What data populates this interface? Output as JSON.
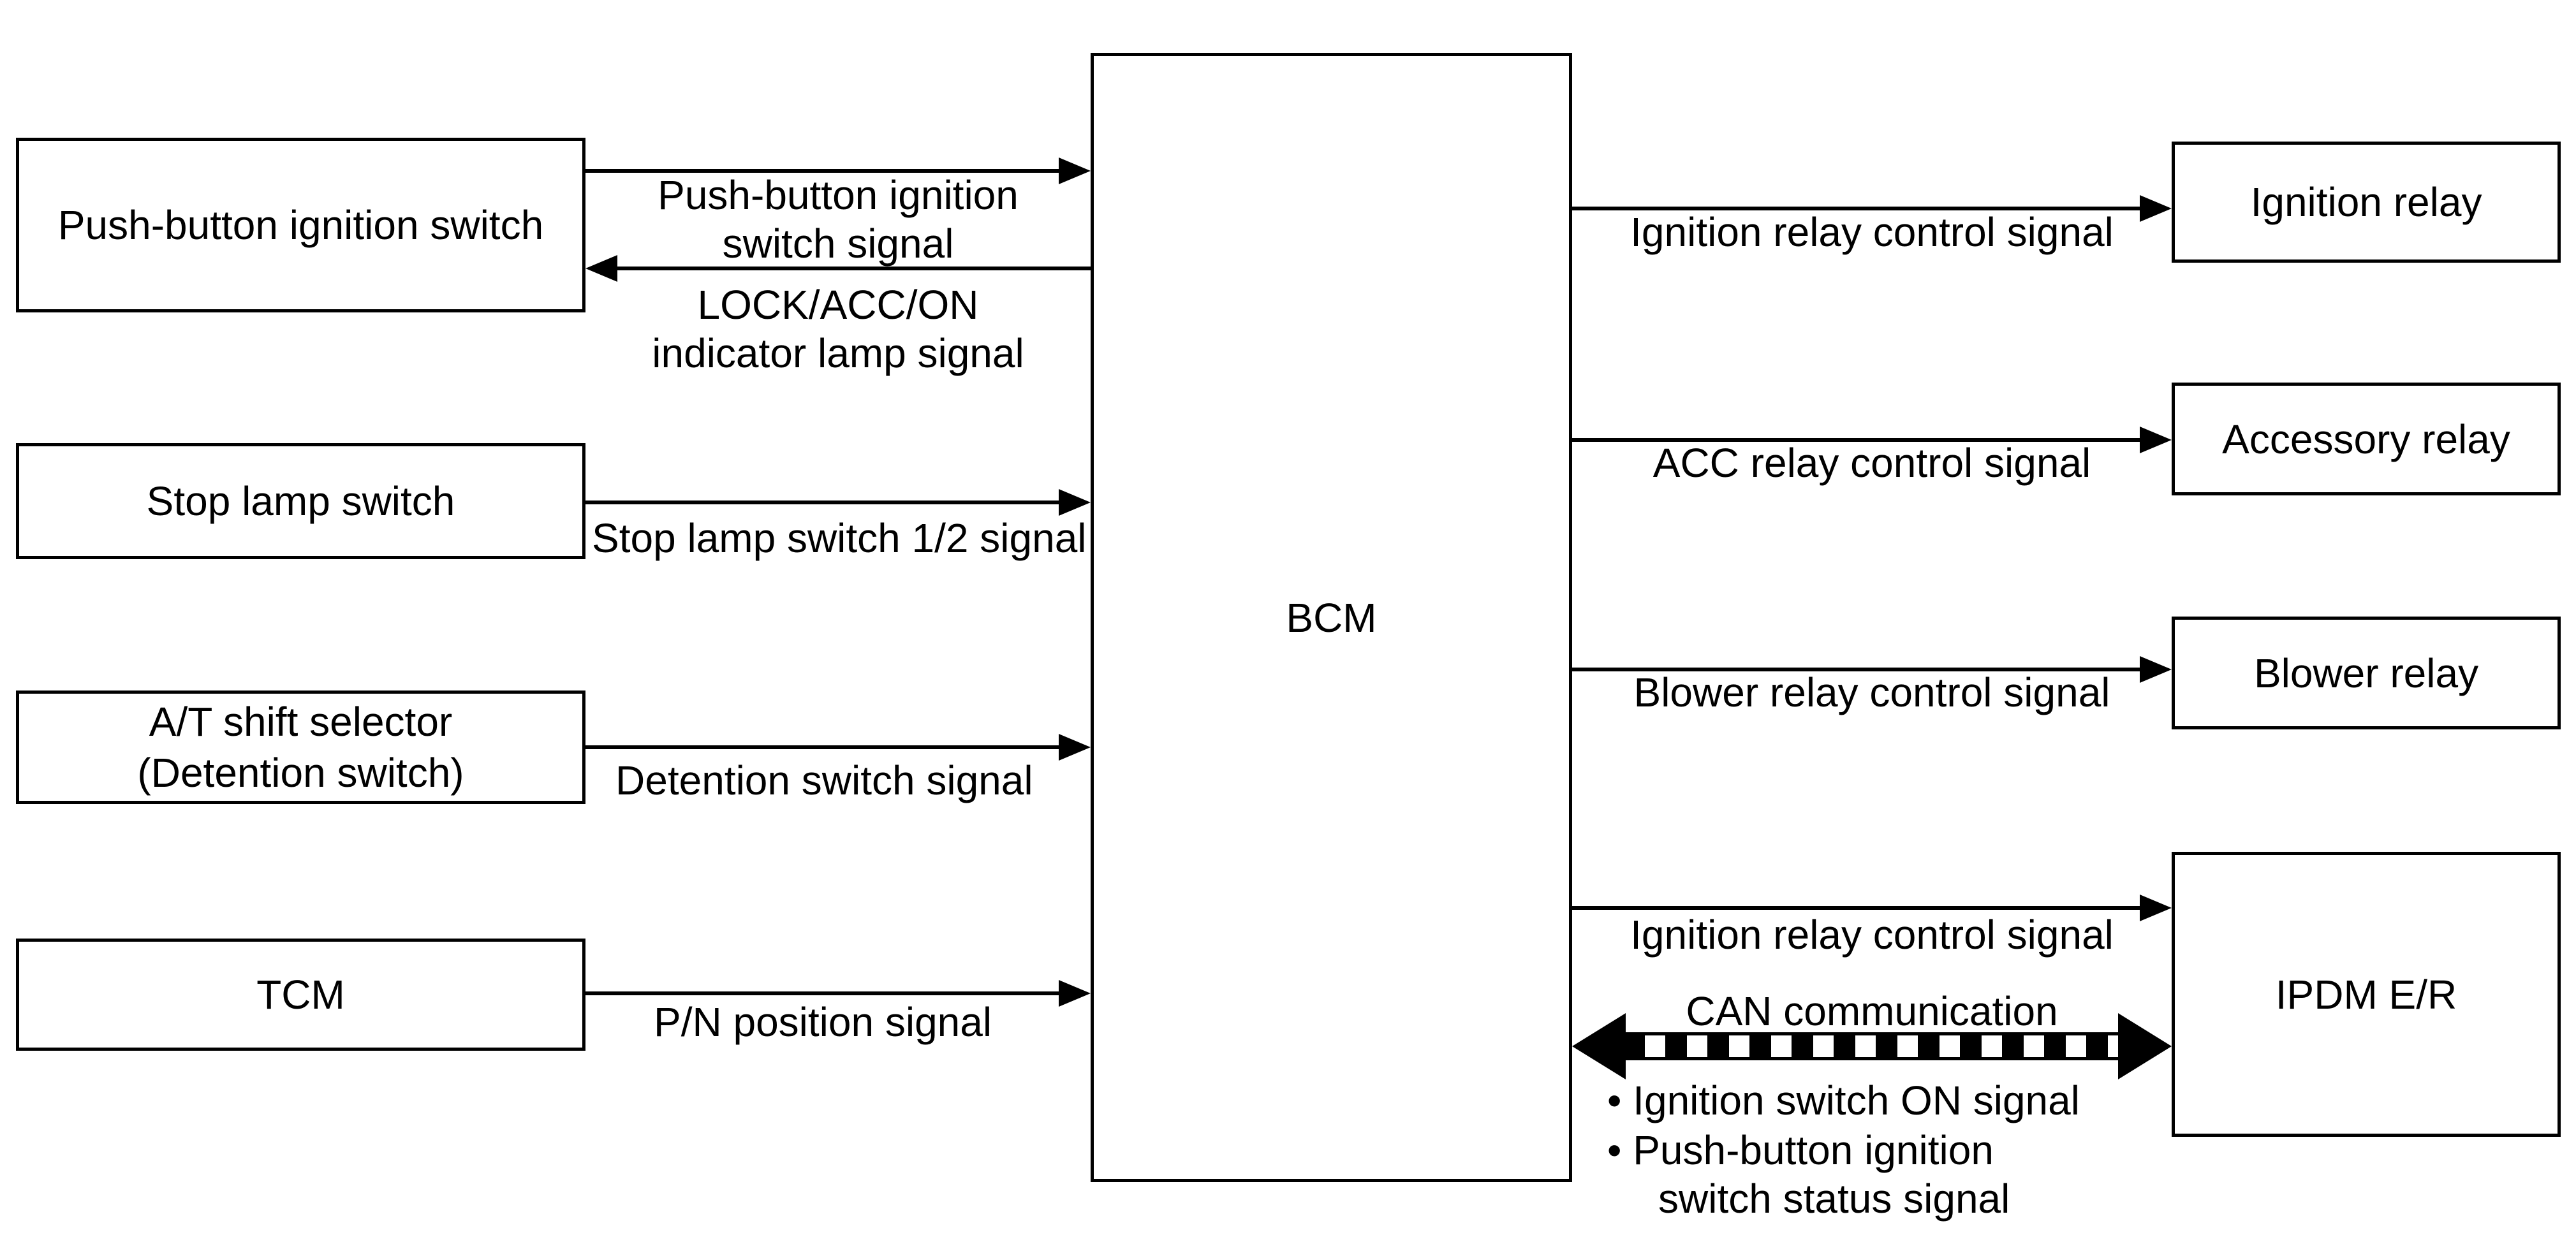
{
  "nodes": {
    "push_button": {
      "label": "Push-button ignition switch"
    },
    "stop_lamp": {
      "label": "Stop lamp switch"
    },
    "at_shift": {
      "line1": "A/T shift selector",
      "line2": "(Detention switch)"
    },
    "tcm": {
      "label": "TCM"
    },
    "bcm": {
      "label": "BCM"
    },
    "ignition_relay": {
      "label": "Ignition relay"
    },
    "accessory_relay": {
      "label": "Accessory relay"
    },
    "blower_relay": {
      "label": "Blower relay"
    },
    "ipdm": {
      "label": "IPDM E/R"
    }
  },
  "signals": {
    "push_button_switch": {
      "line1": "Push-button ignition",
      "line2": "switch signal",
      "direction": "to-bcm"
    },
    "lock_acc_on": {
      "line1": "LOCK/ACC/ON",
      "line2": "indicator lamp signal",
      "direction": "from-bcm"
    },
    "stop_lamp": {
      "label": "Stop lamp switch 1/2 signal",
      "direction": "to-bcm"
    },
    "detention": {
      "label": "Detention switch signal",
      "direction": "to-bcm"
    },
    "pn_position": {
      "label": "P/N position signal",
      "direction": "to-bcm"
    },
    "ignition_relay_ctrl": {
      "label": "Ignition relay control signal",
      "direction": "from-bcm"
    },
    "acc_relay_ctrl": {
      "label": "ACC relay control signal",
      "direction": "from-bcm"
    },
    "blower_relay_ctrl": {
      "label": "Blower relay control signal",
      "direction": "from-bcm"
    },
    "ignition_relay_ctrl_ipdm": {
      "label": "Ignition relay control signal",
      "direction": "from-bcm"
    },
    "can": {
      "label": "CAN communication",
      "direction": "bidirectional",
      "bullet1": "• Ignition switch ON signal",
      "bullet2_line1": "• Push-button ignition",
      "bullet2_line2": "switch status signal"
    }
  },
  "colors": {
    "line": "#000000",
    "background": "#ffffff",
    "text": "#000000"
  }
}
